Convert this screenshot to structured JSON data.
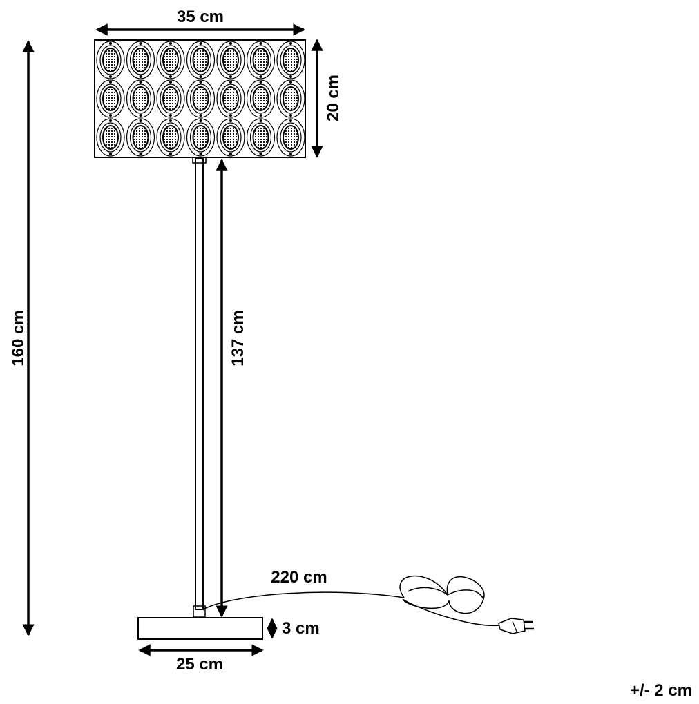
{
  "dimensions": {
    "shade_width": "35 cm",
    "shade_height": "20 cm",
    "total_height": "160 cm",
    "pole_height": "137 cm",
    "cable_length": "220 cm",
    "base_height": "3 cm",
    "base_width": "25 cm",
    "tolerance": "+/- 2 cm"
  },
  "colors": {
    "ink": "#000000",
    "background": "#ffffff"
  }
}
